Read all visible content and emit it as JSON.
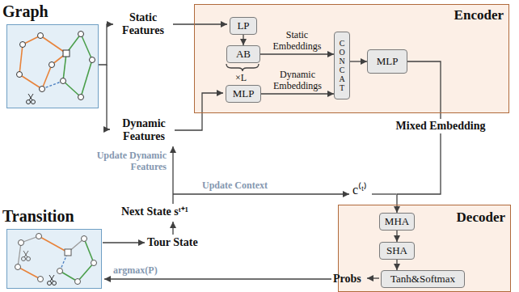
{
  "diagram": {
    "nodes": [
      {
        "text": [
          "Graph"
        ]
      },
      {
        "text": [
          "Encoder"
        ]
      },
      {
        "text": [
          "LP"
        ],
        "in": 1
      },
      {
        "text": [
          "AB"
        ],
        "in": 1
      },
      {
        "text": [
          "MLP"
        ],
        "in": 1
      },
      {
        "text": [
          "CONCAT"
        ],
        "in": 1
      },
      {
        "text": [
          "MLP"
        ],
        "in": 1
      },
      {
        "text": [
          "Transition"
        ]
      },
      {
        "text": [
          "Decoder"
        ]
      },
      {
        "text": [
          "MHA"
        ],
        "in": 8
      },
      {
        "text": [
          "SHA"
        ],
        "in": 8
      },
      {
        "text": [
          "Tanh&Softmax"
        ],
        "in": 8
      }
    ],
    "edges": [
      {
        "from": 2,
        "to": 3,
        "arrow": "to"
      },
      {
        "from": 3,
        "to": 5,
        "label": "Static Embeddings",
        "arrow": "to"
      },
      {
        "from": 4,
        "to": 5,
        "label": "Dynamic Embeddings",
        "arrow": "to"
      },
      {
        "from": 5,
        "to": 6,
        "arrow": "to"
      },
      {
        "from": 6,
        "to": 9,
        "label": "Mixed Embedding",
        "arrow": "to"
      },
      {
        "from": 9,
        "to": 10,
        "arrow": "to"
      },
      {
        "from": 10,
        "to": 11,
        "arrow": "to"
      }
    ],
    "labels": [
      "Static Features",
      "Dynamic Features",
      "×L",
      "Update Dynamic Features",
      "Update Context",
      "c⁽ᵗ⁾",
      "Next State sᵗ⁺¹",
      "Tour State",
      "argmax(P)",
      "Probs"
    ]
  }
}
